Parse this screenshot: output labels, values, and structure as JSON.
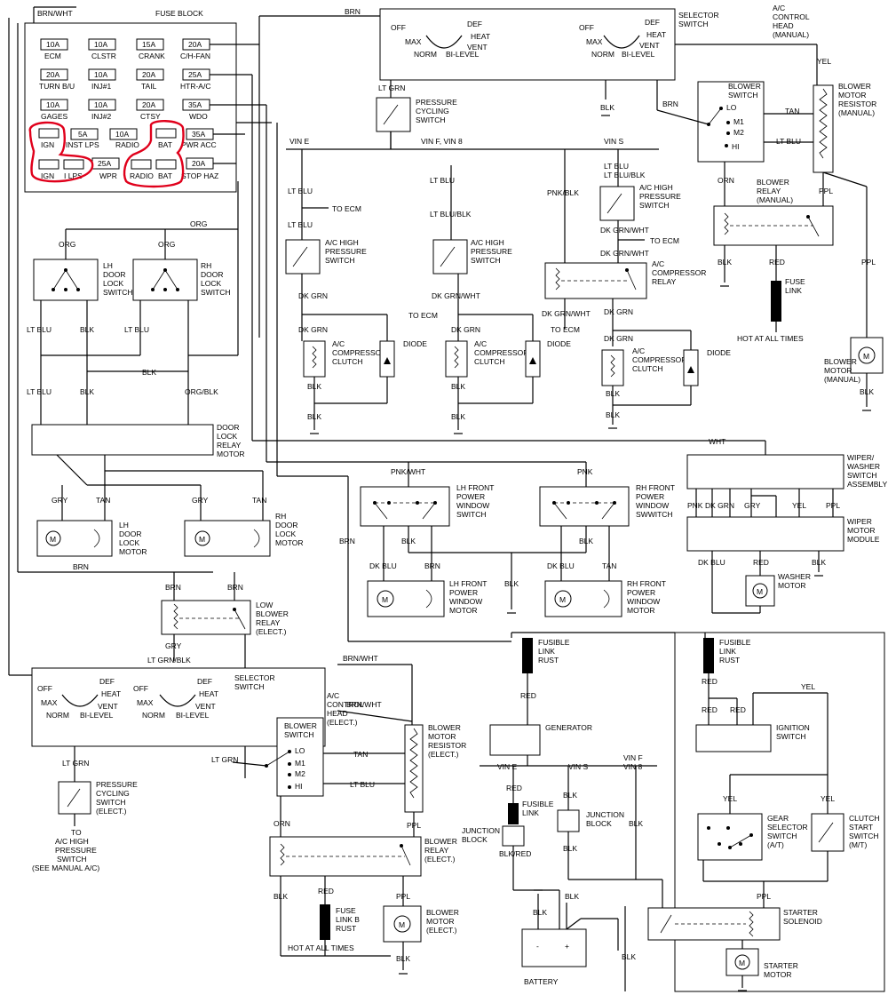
{
  "fuse_block": {
    "title": "FUSE BLOCK",
    "input_wire": "BRN/WHT",
    "fuses": [
      {
        "rating": "10A",
        "name": "ECM"
      },
      {
        "rating": "10A",
        "name": "CLSTR"
      },
      {
        "rating": "15A",
        "name": "CRANK"
      },
      {
        "rating": "20A",
        "name": "C/H-FAN"
      },
      {
        "rating": "20A",
        "name": "TURN B/U"
      },
      {
        "rating": "10A",
        "name": "INJ#1"
      },
      {
        "rating": "20A",
        "name": "TAIL"
      },
      {
        "rating": "25A",
        "name": "HTR-A/C"
      },
      {
        "rating": "10A",
        "name": "GAGES"
      },
      {
        "rating": "10A",
        "name": "INJ#2"
      },
      {
        "rating": "20A",
        "name": "CTSY"
      },
      {
        "rating": "35A",
        "name": "WDO"
      },
      {
        "rating": "",
        "name": "IGN"
      },
      {
        "rating": "5A",
        "name": "INST LPS"
      },
      {
        "rating": "10A",
        "name": "RADIO"
      },
      {
        "rating": "",
        "name": "BAT"
      },
      {
        "rating": "35A",
        "name": "PWR ACC"
      },
      {
        "rating": "",
        "name": "IGN"
      },
      {
        "rating": "",
        "name": "I LPS"
      },
      {
        "rating": "25A",
        "name": "WPR"
      },
      {
        "rating": "",
        "name": "RADIO"
      },
      {
        "rating": "",
        "name": "BAT"
      },
      {
        "rating": "20A",
        "name": "STOP HAZ"
      }
    ]
  },
  "labels": {
    "brn": "BRN",
    "org": "ORG",
    "org_blk": "ORG/BLK",
    "lt_blu": "LT BLU",
    "blk": "BLK",
    "gry": "GRY",
    "tan": "TAN",
    "lt_grn": "LT GRN",
    "lt_grn_blk": "LT GRN/BLK",
    "brn_wht": "BRN/WHT",
    "lt_blu_blk": "LT BLU/BLK",
    "pnk_blk": "PNK/BLK",
    "pnk_wht": "PNK/WHT",
    "pnk": "PNK",
    "dk_grn": "DK GRN",
    "dk_grn_wht": "DK GRN/WHT",
    "dk_blu": "DK BLU",
    "wht": "WHT",
    "yel": "YEL",
    "ppl": "PPL",
    "orn": "ORN",
    "red": "RED",
    "blk_red": "BLK/RED",
    "to_ecm": "TO ECM",
    "vin_e": "VIN E",
    "vin_f_vin_8": "VIN F, VIN 8",
    "vin_s": "VIN S",
    "vin_f": "VIN F",
    "vin_8": "VIN 8",
    "diode": "DIODE",
    "hot_at_all_times": "HOT AT ALL TIMES"
  },
  "components": {
    "lh_door_lock_switch": [
      "LH",
      "DOOR",
      "LOCK",
      "SWITCH"
    ],
    "rh_door_lock_switch": [
      "RH",
      "DOOR",
      "LOCK",
      "SWITCH"
    ],
    "door_lock_relay_motor": [
      "DOOR",
      "LOCK",
      "RELAY",
      "MOTOR"
    ],
    "lh_door_lock_motor": [
      "LH",
      "DOOR",
      "LOCK",
      "MOTOR"
    ],
    "rh_door_lock_motor": [
      "RH",
      "DOOR",
      "LOCK",
      "MOTOR"
    ],
    "low_blower_relay": [
      "LOW",
      "BLOWER",
      "RELAY",
      "(ELECT.)"
    ],
    "selector_switch": [
      "SELECTOR",
      "SWITCH"
    ],
    "ac_control_head_manual": [
      "A/C",
      "CONTROL",
      "HEAD",
      "(MANUAL)"
    ],
    "ac_control_head_elect": [
      "A/C",
      "CONTROL",
      "HEAD",
      "(ELECT.)"
    ],
    "pressure_cycling_switch": [
      "PRESSURE",
      "CYCLING",
      "SWITCH"
    ],
    "pressure_cycling_switch_elect": [
      "PRESSURE",
      "CYCLING",
      "SWITCH",
      "(ELECT.)"
    ],
    "to_ac_high_pressure": [
      "TO",
      "A/C HIGH",
      "PRESSURE",
      "SWITCH",
      "(SEE MANUAL A/C)"
    ],
    "ac_high_pressure_switch": [
      "A/C HIGH",
      "PRESSURE",
      "SWITCH"
    ],
    "ac_compressor_clutch": [
      "A/C",
      "COMPRESSOR",
      "CLUTCH"
    ],
    "ac_compressor_relay": [
      "A/C",
      "COMPRESSOR",
      "RELAY"
    ],
    "blower_switch": [
      "BLOWER",
      "SWITCH"
    ],
    "blower_motor_resistor_manual": [
      "BLOWER",
      "MOTOR",
      "RESISTOR",
      "(MANUAL)"
    ],
    "blower_motor_resistor_elect": [
      "BLOWER",
      "MOTOR",
      "RESISTOR",
      "(ELECT.)"
    ],
    "blower_relay_manual": [
      "BLOWER",
      "RELAY",
      "(MANUAL)"
    ],
    "blower_relay_elect": [
      "BLOWER",
      "RELAY",
      "(ELECT.)"
    ],
    "blower_motor_manual": [
      "BLOWER",
      "MOTOR",
      "(MANUAL)"
    ],
    "blower_motor_elect": [
      "BLOWER",
      "MOTOR",
      "(ELECT.)"
    ],
    "fuse_link": [
      "FUSE",
      "LINK"
    ],
    "fuse_link_b_rust": [
      "FUSE",
      "LINK B",
      "RUST"
    ],
    "fusible_link_rust": [
      "FUSIBLE",
      "LINK",
      "RUST"
    ],
    "fusible_link": [
      "FUSIBLE",
      "LINK"
    ],
    "lh_front_power_window_switch": [
      "LH FRONT",
      "POWER",
      "WINDOW",
      "SWITCH"
    ],
    "rh_front_power_window_switch": [
      "RH FRONT",
      "POWER",
      "WINDOW",
      "SWWITCH"
    ],
    "lh_front_power_window_motor": [
      "LH FRONT",
      "POWER",
      "WINDOW",
      "MOTOR"
    ],
    "rh_front_power_window_motor": [
      "RH FRONT",
      "POWER",
      "WINDOW",
      "MOTOR"
    ],
    "wiper_washer_switch": [
      "WIPER/",
      "WASHER",
      "SWITCH",
      "ASSEMBLY"
    ],
    "wiper_motor_module": [
      "WIPER",
      "MOTOR",
      "MODULE"
    ],
    "washer_motor": [
      "WASHER",
      "MOTOR"
    ],
    "generator": "GENERATOR",
    "junction_block": [
      "JUNCTION",
      "BLOCK"
    ],
    "ignition_switch": [
      "IGNITION",
      "SWITCH"
    ],
    "gear_selector_switch": [
      "GEAR",
      "SELECTOR",
      "SWITCH",
      "(A/T)"
    ],
    "clutch_start_switch": [
      "CLUTCH",
      "START",
      "SWITCH",
      "(M/T)"
    ],
    "starter_solenoid": [
      "STARTER",
      "SOLENOID"
    ],
    "starter_motor": [
      "STARTER",
      "MOTOR"
    ],
    "battery": "BATTERY"
  },
  "selector_positions": {
    "off": "OFF",
    "def": "DEF",
    "heat": "HEAT",
    "max": "MAX",
    "vent": "VENT",
    "norm": "NORM",
    "bi_level": "BI-LEVEL"
  },
  "blower_positions": {
    "lo": "LO",
    "m1": "M1",
    "m2": "M2",
    "hi": "HI"
  },
  "motor_symbol": "M",
  "battery_terminals": {
    "neg": "-",
    "pos": "+"
  },
  "colors": {
    "wire": "#000000",
    "highlight": "#e0001b",
    "background": "#ffffff"
  }
}
